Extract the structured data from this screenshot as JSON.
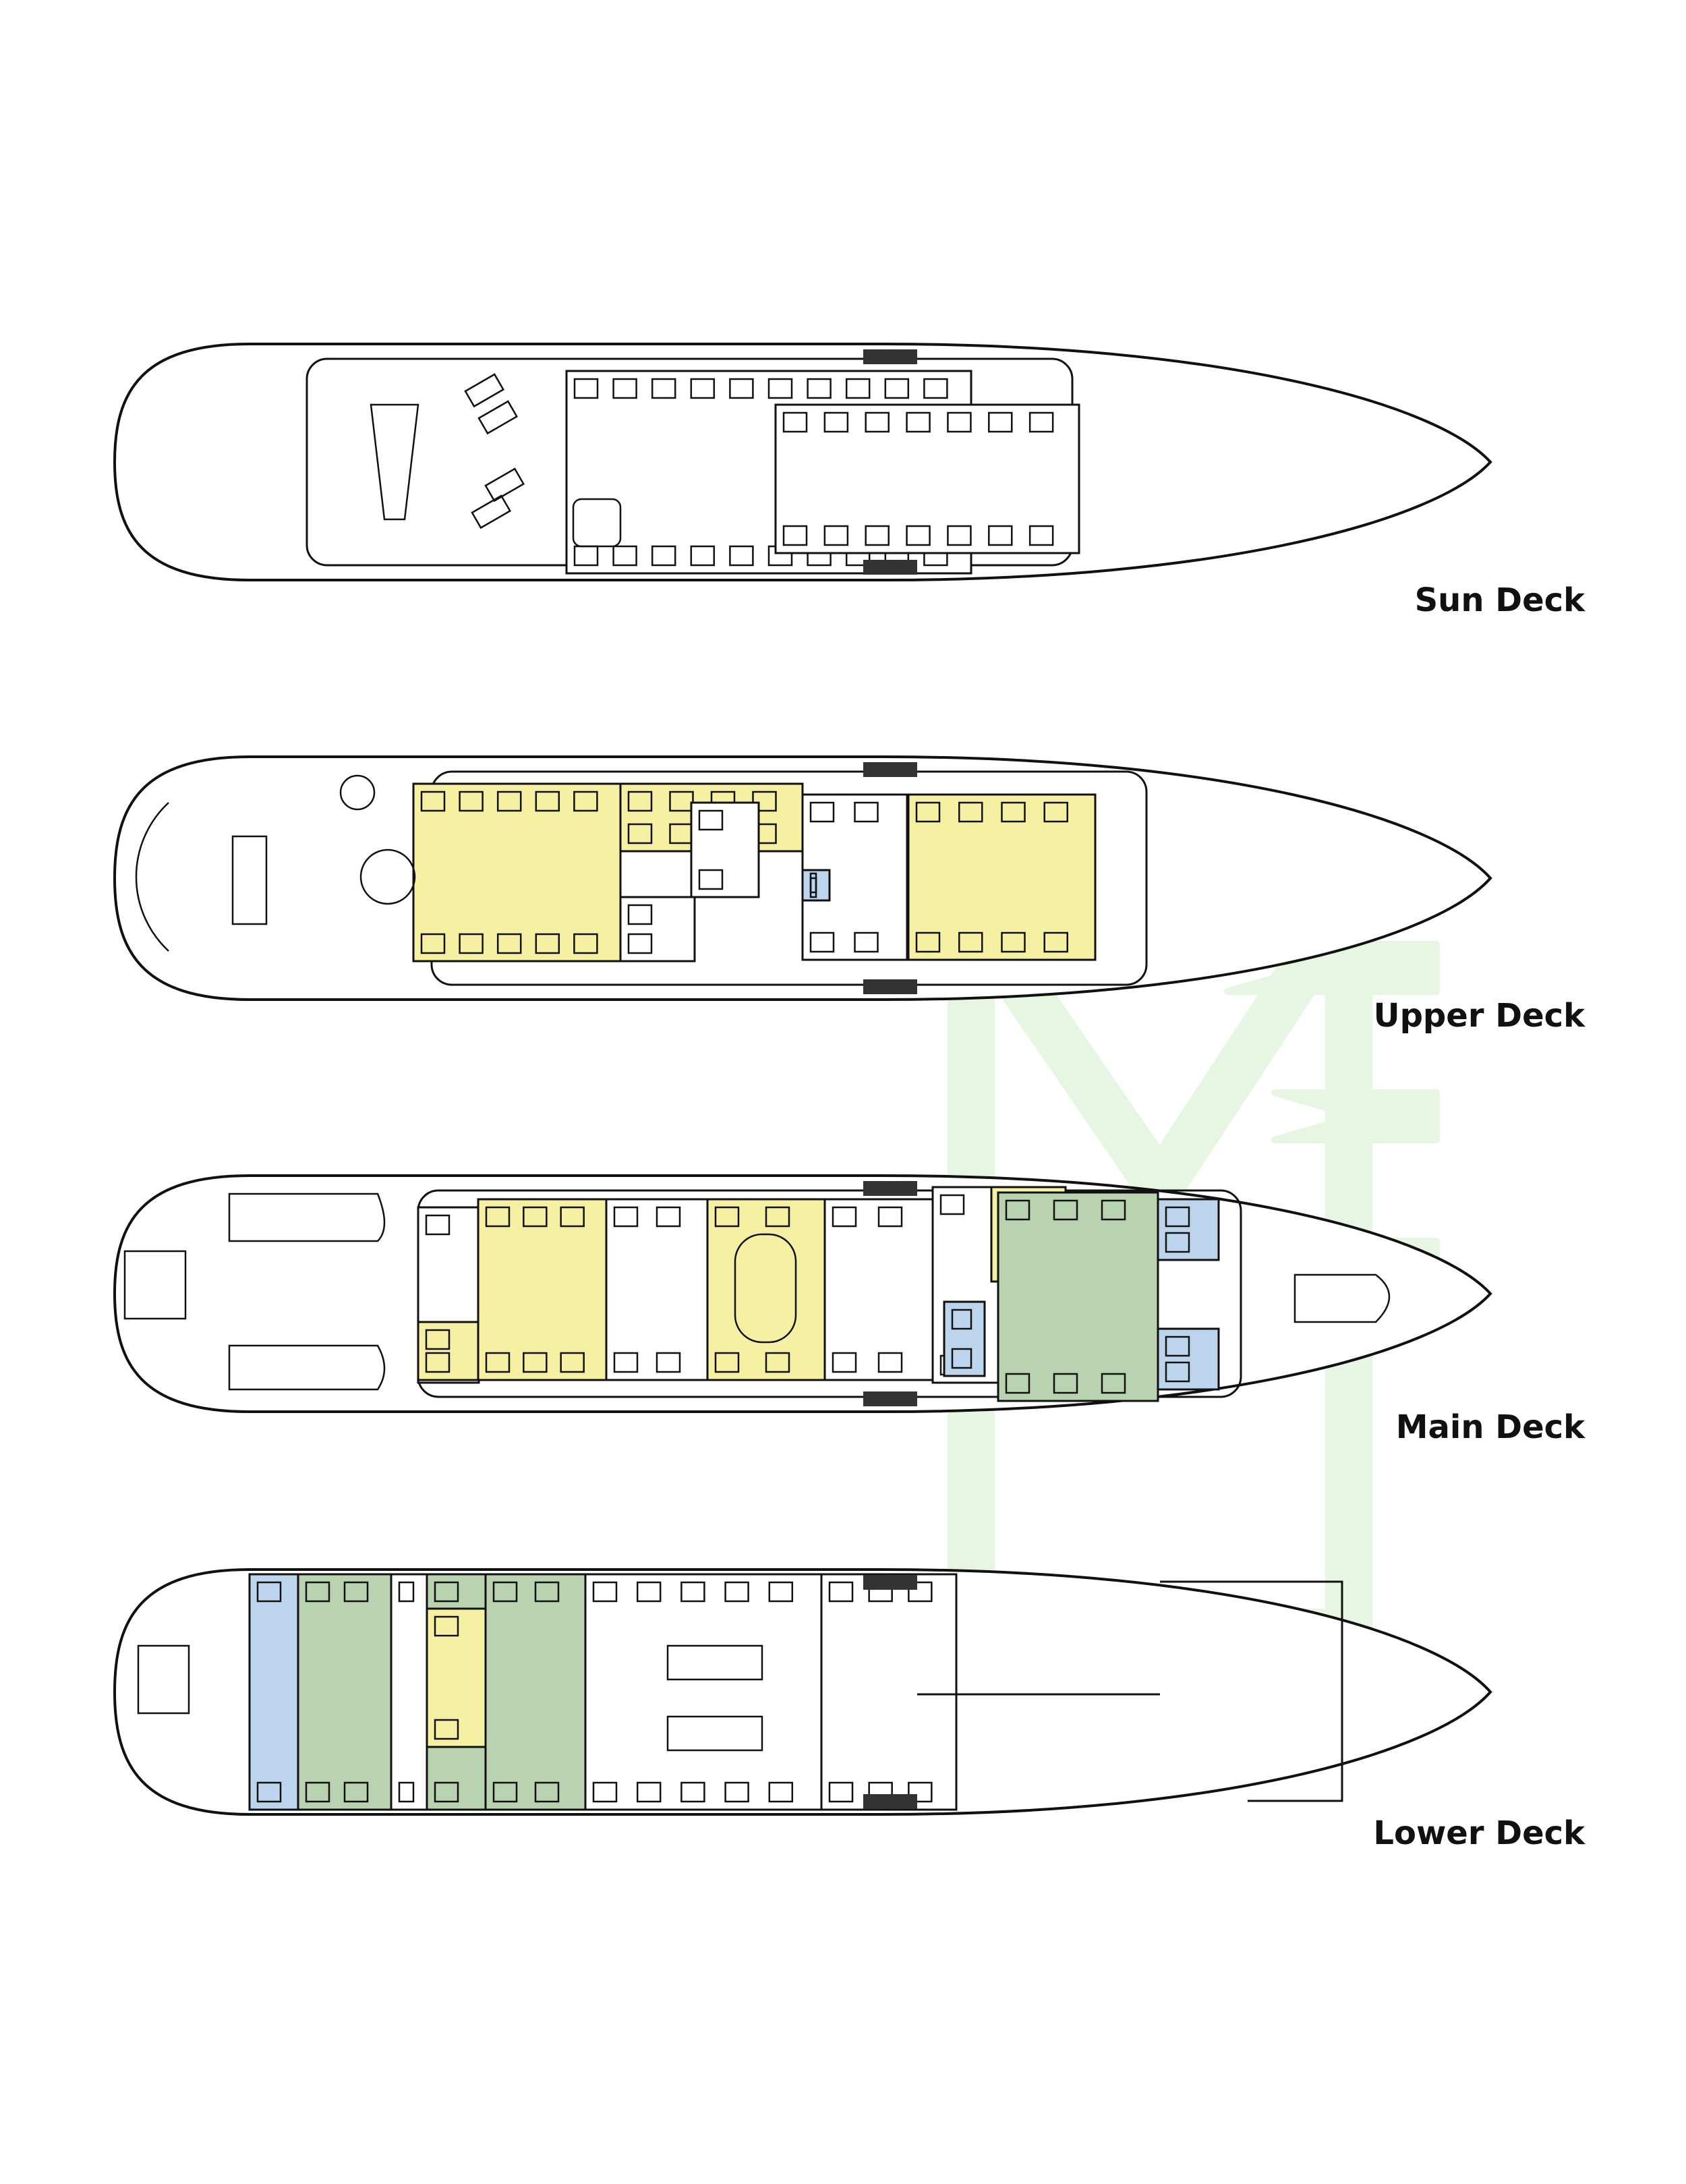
{
  "decks": [
    {
      "label": "Sun Deck"
    },
    {
      "label": "Upper Deck"
    },
    {
      "label": "Main Deck"
    },
    {
      "label": "Lower Deck"
    }
  ],
  "watermark": "ME",
  "colors": {
    "guest_area": "#f6f0a2",
    "cabins": "#b9d3b0",
    "bathrooms": "#bcd5ec",
    "watermark": "#e3f5dd",
    "outline": "#111111"
  }
}
